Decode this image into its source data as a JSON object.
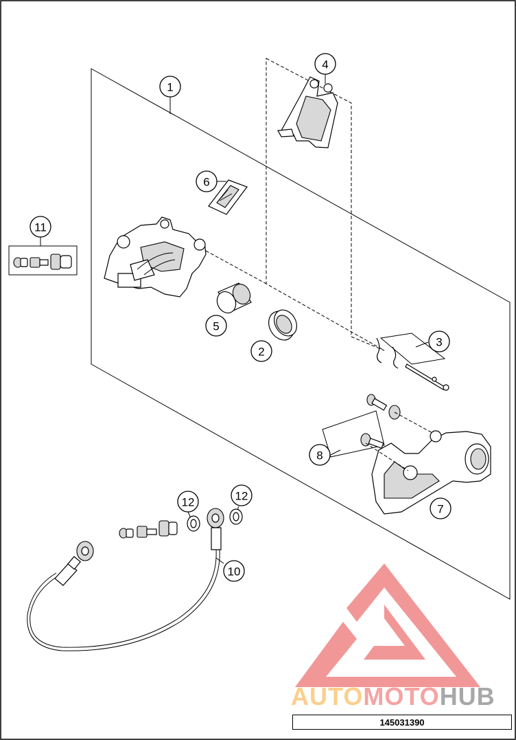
{
  "callouts": [
    {
      "id": "callout-1",
      "label": "1"
    },
    {
      "id": "callout-2",
      "label": "2"
    },
    {
      "id": "callout-3",
      "label": "3"
    },
    {
      "id": "callout-4",
      "label": "4"
    },
    {
      "id": "callout-5",
      "label": "5"
    },
    {
      "id": "callout-6",
      "label": "6"
    },
    {
      "id": "callout-7",
      "label": "7"
    },
    {
      "id": "callout-8",
      "label": "8"
    },
    {
      "id": "callout-10",
      "label": "10"
    },
    {
      "id": "callout-11",
      "label": "11"
    },
    {
      "id": "callout-12a",
      "label": "12"
    },
    {
      "id": "callout-12b",
      "label": "12"
    }
  ],
  "watermark": {
    "part1": "AUTO",
    "part2": "MOTO",
    "part3": "HUB",
    "colors": {
      "auto": "#fbcf8c",
      "moto": "#f6a3a3",
      "hub": "#a8a8a8",
      "logo": "#f08c8c"
    }
  },
  "drawing_number": "145031390"
}
